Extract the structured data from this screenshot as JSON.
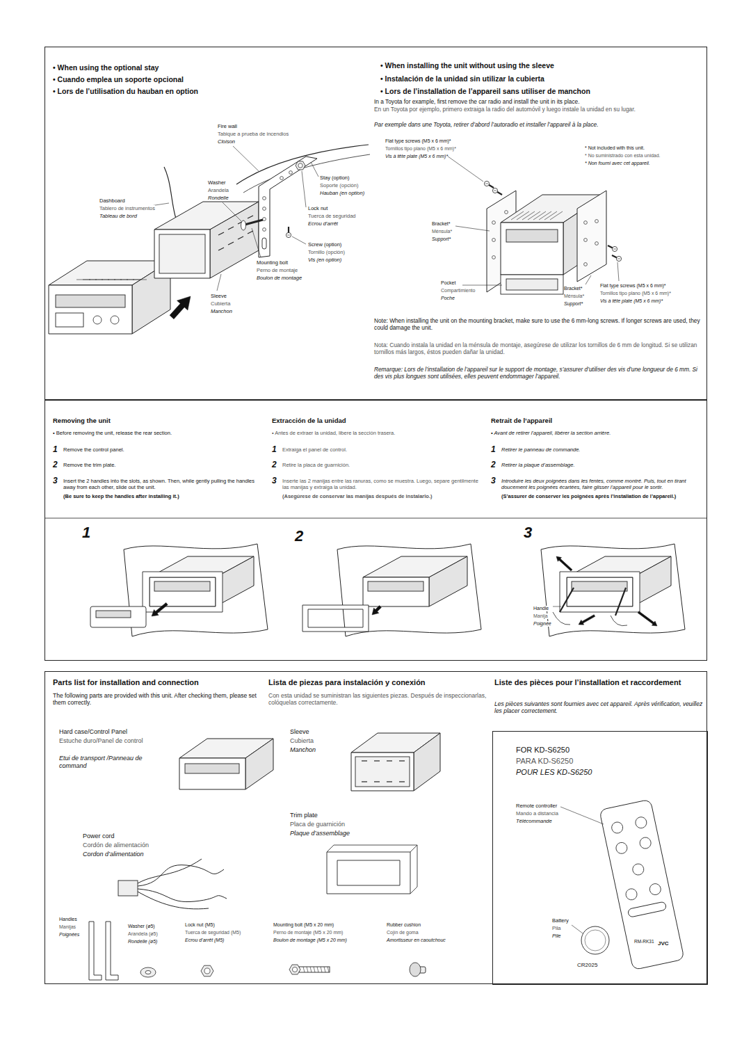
{
  "diagram": {
    "nodes": [
      {
        "text": [
          "• When using the optional stay",
          "• Cuando emplea un soporte opcional",
          "• Lors de l’utilisation du hauban en option",
          "Fire wall",
          "Tabique a prueba de incendios",
          "Cloison",
          "Washer",
          "Arandela",
          "Rondelle",
          "Stay (option)",
          "Soporte (opción)",
          "Hauban (en option)",
          "Dashboard",
          "Tablero de instrumentos",
          "Tableau de bord",
          "Lock nut",
          "Tuerca de seguridad",
          "Ecrou d’arrêt",
          "Screw (option)",
          "Tornillo (opción)",
          "Vis (en option)",
          "Mounting bolt",
          "Perno de montaje",
          "Boulon de montage",
          "Sleeve",
          "Cubierta",
          "Manchon",
          "• When installing the unit without using the sleeve",
          "• Instalación de la unidad sin utilizar la cubierta",
          "• Lors de l’installation de l’appareil sans utiliser de manchon",
          "In a Toyota for example, first remove the car radio and install the unit in its place.",
          "En un Toyota por ejemplo, primero extraiga la radio del automóvil y luego instale la unidad en su lugar.",
          "Par exemple dans une Toyota, retirer d’abord l’autoradio et installer l’appareil à la place.",
          "Flat type screws (M5 x 6 mm)*",
          "Tornillos tipo plano (M5 x 6 mm)*",
          "Vis à tête plate (M5 x 6 mm)*",
          "* Not included with this unit.",
          "* No suministrado con esta unidad.",
          "* Non fourni avec cet appareil.",
          "Bracket*",
          "Ménsula*",
          "Support*",
          "Pocket",
          "Compartimiento",
          "Poche",
          "Bracket*",
          "Ménsula*",
          "Support*",
          "Flat type screws (M5 x 6 mm)*",
          "Tornillos tipo plano (M5 x 6 mm)*",
          "Vis à tête plate (M5 x 6 mm)*",
          "Note: When installing the unit on the mounting bracket, make sure to use the 6 mm-long screws. If longer screws are used, they could damage the unit.",
          "Nota: Cuando instala la unidad en la ménsula de montaje, asegúrese de utilizar los tornillos de 6 mm de longitud. Si se utilizan tornillos más largos, éstos pueden dañar la unidad.",
          "Remarque: Lors de l’installation de l’appareil sur le support de montage, s’assurer d’utiliser des vis d’une longueur de 6 mm. Si des vis plus longues sont utilisées, elles peuvent endommager l’appareil."
        ]
      },
      {
        "text": [
          "Removing the unit",
          "• Before removing the unit, release the rear section.",
          "1",
          "Remove the control panel.",
          "2",
          "Remove the trim plate.",
          "3",
          "Insert the 2 handles into the slots, as shown. Then, while gently pulling the handles away from each other, slide out the unit.",
          "(Be sure to keep the handles after installing it.)",
          "Extracción de la unidad",
          "• Antes de extraer la unidad, libere la sección trasera.",
          "1",
          "Extraiga el panel de control.",
          "2",
          "Retire la placa de guarnición.",
          "3",
          "Inserte las 2 manijas entre las ranuras, como se muestra. Luego, separe gentilmente las manijas y extraiga la unidad.",
          "(Asegúrese de conservar las manijas después de instalarlo.)",
          "Retrait de l’appareil",
          "• Avant de retirer l’appareil, libérer la section arrière.",
          "1",
          "Retirer le panneau de commande.",
          "2",
          "Retirer la plaque d’assemblage.",
          "3",
          "Introduire les deux poignées dans les fentes, comme montré. Puis, tout en tirant doucement les poignées écartées, faire glisser l’appareil pour le sortir.",
          "(S’assurer de conserver les poignées après l’installation de l’appareil.)",
          "1",
          "2",
          "3",
          "Handle",
          "Manija",
          "Poignée"
        ]
      },
      {
        "text": [
          "Parts list for installation and connection",
          "The following parts are provided with this unit. After checking them, please set them correctly.",
          "Lista de piezas para instalación y conexión",
          "Con esta unidad se suministran las siguientes piezas. Después de inspeccionarlas, colóquelas correctamente.",
          "Liste des pièces pour l’installation et raccordement",
          "Les pièces suivantes sont fournies avec cet appareil. Après vérification, veuillez les placer correctement.",
          "Hard case/Control Panel",
          "Estuche duro/Panel de control",
          "Etui de transport /Panneau de command",
          "Sleeve",
          "Cubierta",
          "Manchon",
          "Trim plate",
          "Placa de guarnición",
          "Plaque d’assemblage",
          "Power cord",
          "Cordón de alimentación",
          "Cordon d’alimentation",
          "Handles",
          "Manijas",
          "Poignées",
          "Washer (ø5)",
          "Arandela (ø5)",
          "Rondelle (ø5)",
          "Lock nut (M5)",
          "Tuerca de seguridad (M5)",
          "Ecrou d’arrêt (M5)",
          "Mounting bolt (M5 x 20 mm)",
          "Perno de montaje (M5 x 20 mm)",
          "Boulon de montage (M5 x 20 mm)",
          "Rubber cushion",
          "Cojín de goma",
          "Amortisseur en caoutchouc"
        ]
      },
      {
        "text": [
          "FOR KD-S6250",
          "PARA KD-S6250",
          "POUR LES KD-S6250",
          "Remote controller",
          "Mando a distancia",
          "Télécommande",
          "Battery",
          "Pila",
          "Pile",
          "CR2025"
        ],
        "in": 2
      }
    ],
    "labels": [
      "RM-RK31",
      "JVC"
    ]
  }
}
